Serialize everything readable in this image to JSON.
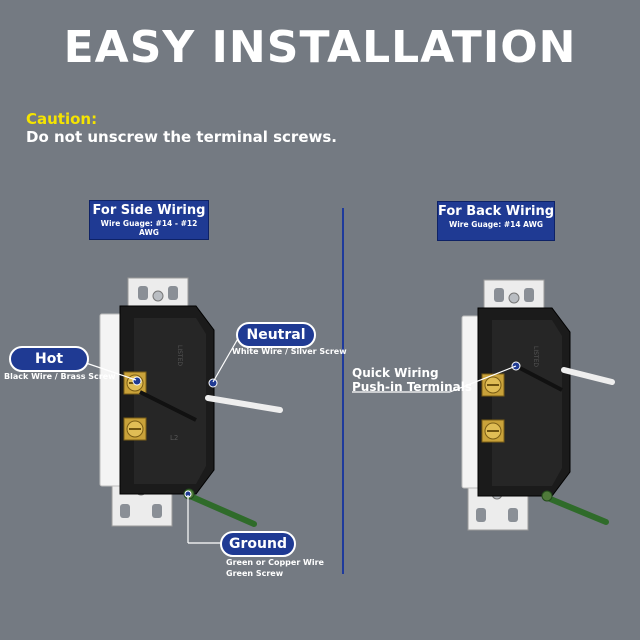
{
  "title": "EASY INSTALLATION",
  "caution": {
    "label": "Caution:",
    "text": "Do not unscrew the terminal screws."
  },
  "side": {
    "heading": "For Side Wiring",
    "gauge": "Wire Guage: #14 - #12 AWG",
    "hot": {
      "label": "Hot",
      "desc": "Black Wire / Brass Screw"
    },
    "neutral": {
      "label": "Neutral",
      "desc": "White Wire / Silver Screw"
    },
    "ground": {
      "label": "Ground",
      "desc_line1": "Green or Copper Wire",
      "desc_line2": "Green Screw"
    }
  },
  "back": {
    "heading": "For Back Wiring",
    "gauge": "Wire Guage: #14 AWG",
    "quick_line1": "Quick Wiring",
    "quick_line2": "Push-in Terminals"
  },
  "colors": {
    "background": "#747a82",
    "label_blue": "#1f3a93",
    "caution_yellow": "#f5e400",
    "brass": "#c9a23a",
    "ground_green": "#2f6b2a"
  }
}
